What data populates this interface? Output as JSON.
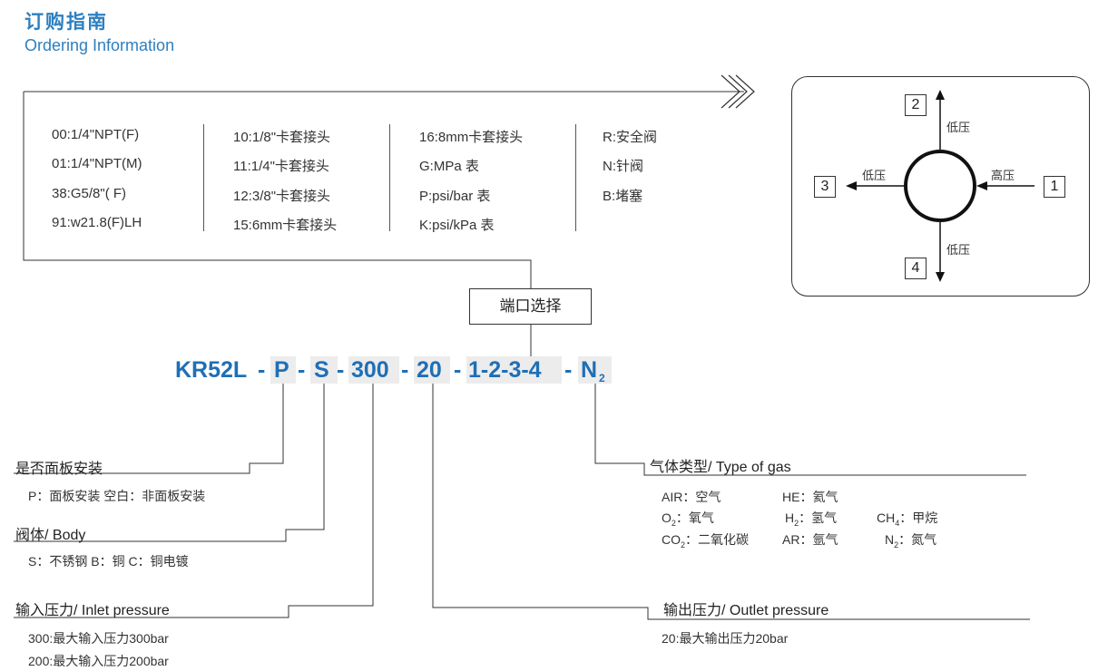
{
  "header": {
    "title_cn": "订购指南",
    "title_en": "Ordering Information"
  },
  "options": {
    "col1": [
      "00:1/4\"NPT(F)",
      "01:1/4\"NPT(M)",
      "38:G5/8\"( F)",
      "91:w21.8(F)LH"
    ],
    "col2": [
      "10:1/8\"卡套接头",
      "11:1/4\"卡套接头",
      "12:3/8\"卡套接头",
      "15:6mm卡套接头"
    ],
    "col3": [
      "16:8mm卡套接头",
      "G:MPa 表",
      "P:psi/bar 表",
      "K:psi/kPa 表"
    ],
    "col4": [
      "R:安全阀",
      "N:针阀",
      "B:堵塞"
    ]
  },
  "port_label": "端口选择",
  "model_code": {
    "base": "KR52L",
    "d1": "-",
    "panel": "P",
    "d2": "-",
    "body": "S",
    "d3": "-",
    "inlet": "300",
    "d4": "-",
    "outlet": "20",
    "d5": "-",
    "ports": "1-2-3-4",
    "d6": "-",
    "gas": "N",
    "gas_sub": "2"
  },
  "ports_diagram": {
    "p1": "1",
    "p2": "2",
    "p3": "3",
    "p4": "4",
    "high": "高压",
    "low_top": "低压",
    "low_left": "低压",
    "low_bottom": "低压"
  },
  "sections": {
    "panel": {
      "title": "是否面板安装",
      "text": "P：面板安装    空白：非面板安装"
    },
    "body": {
      "title": "阀体/ Body",
      "text": "S：不锈钢   B：铜   C：铜电镀"
    },
    "inlet": {
      "title": "输入压力/ Inlet pressure",
      "text1": "300:最大输入压力300bar",
      "text2": "200:最大输入压力200bar"
    },
    "gas": {
      "title": "气体类型/ Type of gas",
      "r1": [
        "AIR：空气",
        "HE：氦气"
      ],
      "r2": [
        "O",
        "2",
        "：氧气",
        "H",
        "2",
        "：氢气",
        "CH",
        "4",
        "：甲烷"
      ],
      "r3": [
        "CO",
        "2",
        "：二氧化碳",
        "AR：氩气",
        "N",
        "2",
        "：氮气"
      ]
    },
    "outlet": {
      "title": "输出压力/ Outlet pressure",
      "text": "20:最大输出压力20bar"
    }
  }
}
